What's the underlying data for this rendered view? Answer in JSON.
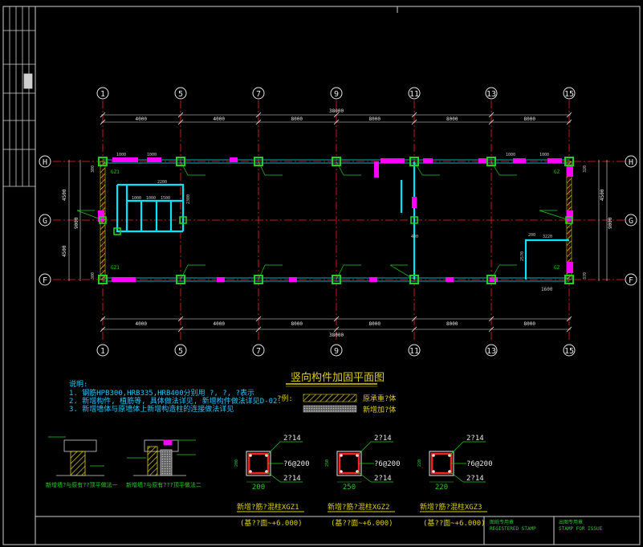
{
  "drawing": {
    "title": "竖向构件加固平面图",
    "axes_top": [
      "1",
      "5",
      "7",
      "9",
      "11",
      "13",
      "15"
    ],
    "axes_rows": [
      "H",
      "G",
      "F"
    ],
    "dims_top": [
      "4000",
      "4000",
      "8000",
      "8000",
      "8000",
      "8000"
    ],
    "total_dim": "38000",
    "left_dims": [
      "4500",
      "4500"
    ],
    "left_total": "9000",
    "right_dim_top": "4500",
    "right_total": "9000",
    "sheet_mark": "1",
    "tags": {
      "gz1_top": "GZ1",
      "gz1_bottom": "GZ1",
      "gz_right_top": "GZ",
      "gz_right_bottom": "GZ",
      "d2200": "2200",
      "d1000": "1000",
      "d1500": "1500",
      "d3220": "3220",
      "d1600": "1600",
      "d2300": "2300",
      "d200": "200",
      "d2570": "2570",
      "d300a": "300",
      "d300b": "300",
      "d320": "320",
      "d370": "370",
      "d400": "400"
    }
  },
  "notes": {
    "heading": "说明:",
    "lines": [
      "1. 钢筋HPB300,HRB335,HRB400分别用 ?, ?, ?表示",
      "2. 新增构件, 植筋等, 具体做法详见, 新增构件做法详见D-02.",
      "3. 新增墙体与原墙体上新增构造柱的连接做法详见"
    ]
  },
  "legend": {
    "label": "?例:",
    "items": [
      "原承重?体",
      "新增加?体"
    ]
  },
  "details": [
    {
      "caption": "新增墙?与原有??顶平做法一"
    },
    {
      "caption": "新增墙?与原有???顶平做法二"
    }
  ],
  "columns": [
    {
      "name": "新增?筋?混柱XGZ1",
      "top": "2?14",
      "stirrup": "?6@200",
      "bottom": "2?14",
      "width": "200",
      "range": "(基??面~+6.000)"
    },
    {
      "name": "新增?筋?混柱XGZ2",
      "top": "2?14",
      "stirrup": "?6@200",
      "bottom": "2?14",
      "width": "250",
      "range": "(基??面~+6.000)"
    },
    {
      "name": "新增?筋?混柱XGZ3",
      "top": "2?14",
      "stirrup": "?6@200",
      "bottom": "2?14",
      "width": "220",
      "range": "(基??面~+6.000)"
    }
  ],
  "title_block": {
    "stamp_left_cn": "图纸专用章",
    "stamp_left_en": "REGISTERED STAMP",
    "stamp_right_cn": "出图专用章",
    "stamp_right_en": "STAMP FOR ISSUE"
  },
  "colors": {
    "axis": "#ff2020",
    "wall": "#00e5ff",
    "dim": "#e8e8e8",
    "column": "#20d020",
    "magenta": "#ff00ff",
    "yellow": "#e0d000",
    "text": "#c8c8c8"
  }
}
